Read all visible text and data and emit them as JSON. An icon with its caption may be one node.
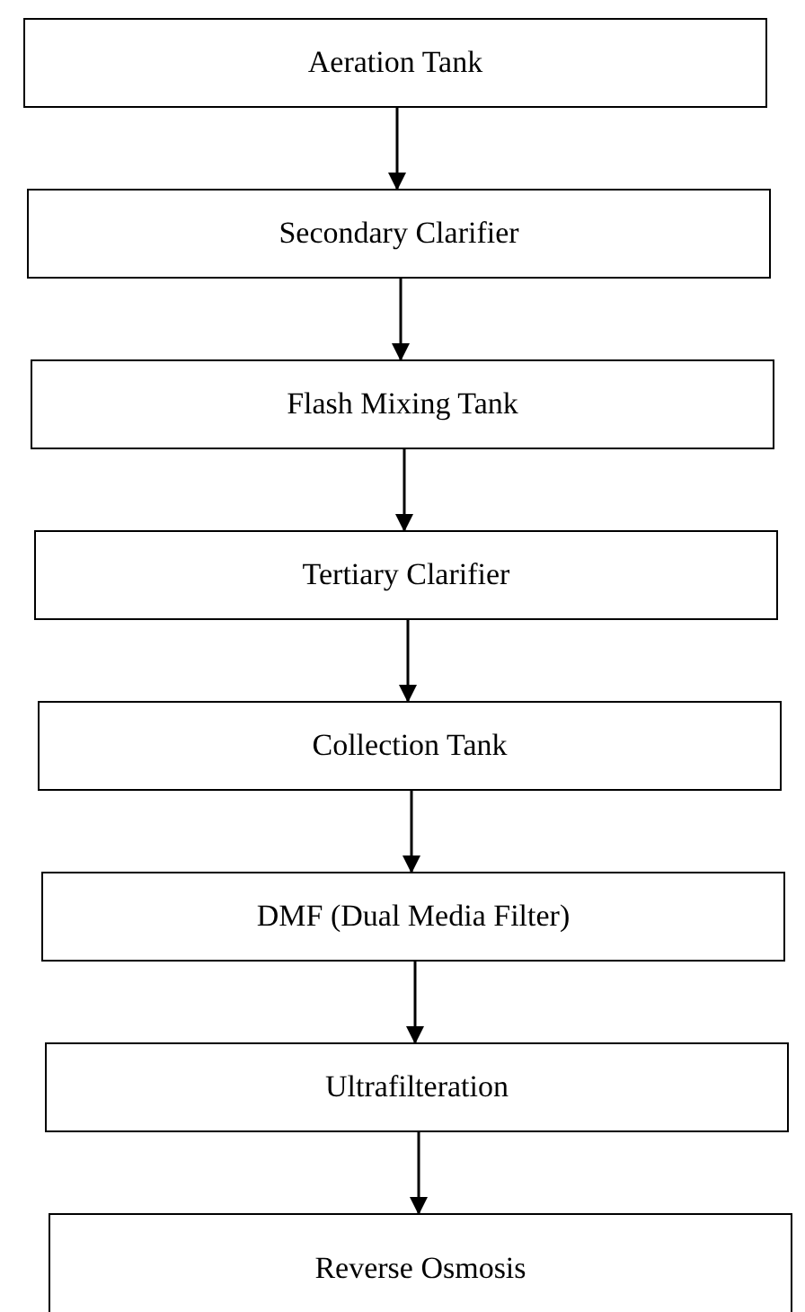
{
  "diagram": {
    "nodes": [
      {
        "text": [
          "Aeration Tank"
        ]
      },
      {
        "text": [
          "Secondary Clarifier"
        ]
      },
      {
        "text": [
          "Flash Mixing Tank"
        ]
      },
      {
        "text": [
          "Tertiary Clarifier"
        ]
      },
      {
        "text": [
          "Collection Tank"
        ]
      },
      {
        "text": [
          "DMF (Dual Media Filter)"
        ]
      },
      {
        "text": [
          "Ultrafilteration"
        ]
      },
      {
        "text": [
          "Reverse Osmosis"
        ]
      }
    ],
    "edges": [
      {
        "from": 0,
        "to": 1,
        "arrow": "to"
      },
      {
        "from": 1,
        "to": 2,
        "arrow": "to"
      },
      {
        "from": 2,
        "to": 3,
        "arrow": "to"
      },
      {
        "from": 3,
        "to": 4,
        "arrow": "to"
      },
      {
        "from": 4,
        "to": 5,
        "arrow": "to"
      },
      {
        "from": 5,
        "to": 6,
        "arrow": "to"
      },
      {
        "from": 6,
        "to": 7,
        "arrow": "to"
      }
    ]
  }
}
